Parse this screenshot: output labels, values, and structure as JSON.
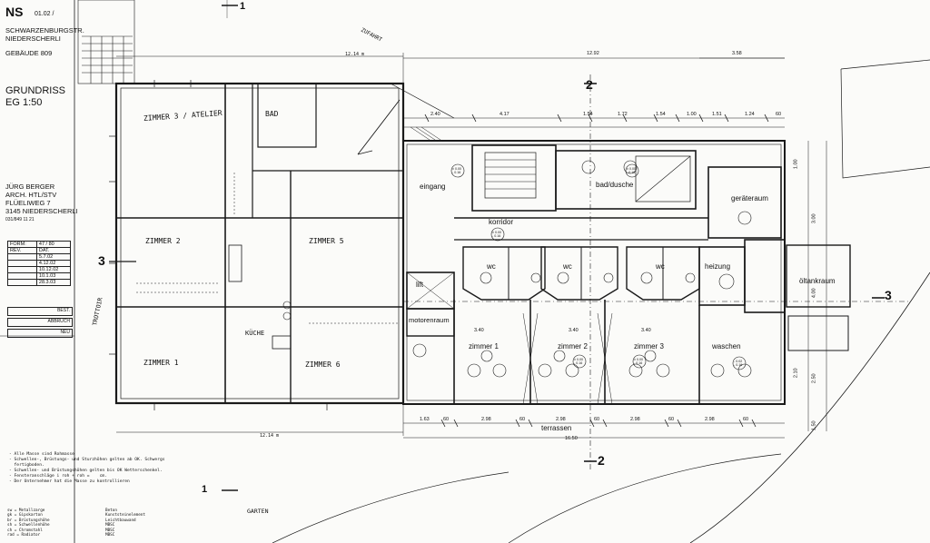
{
  "title_block": {
    "code": "NS",
    "number": "01.02 /",
    "address_line1": "SCHWARZENBURGSTR.",
    "address_line2": "NIEDERSCHERLI",
    "building": "GEBÄUDE   809",
    "plan_title": "GRUNDRISS",
    "plan_subtitle": "EG    1:50",
    "architect1": "JÜRG BERGER",
    "architect2": "ARCH. HTL/STV",
    "architect3": "FLÜELIWEG  7",
    "architect4": "3145 NIEDERSCHERLI",
    "phone": "031/849 11 21"
  },
  "revisions": [
    [
      "FORM:",
      "47 / 80"
    ],
    [
      "REV.",
      "DAT."
    ],
    [
      "",
      "5.7.02"
    ],
    [
      "",
      "4.12.02"
    ],
    [
      "",
      "10.12.02"
    ],
    [
      "",
      "10.1.03"
    ],
    [
      "",
      "28.3.03"
    ]
  ],
  "status_boxes": [
    "BEST.",
    "ABBRUCH",
    "NEU"
  ],
  "notes": "- Alle Masse sind Rohmasse\n- Schwellen-, Brüstungs- und Sturzhöhen gelten ab OK. Schwergs\n  fertigboden.\n- Schwellen- und Brüstungshöhen gelten bis OK Wetterschenkel.\n- Fensteranschläge i roh + roh =    cm.\n- Der Unternehmer hat die Masse zu kontrollieren",
  "legend_left": [
    "sw = Metallzarge",
    "gk = Gipskarton",
    "br = Brüstungshöhe",
    "sh = Schwellenhöhe",
    "ch = Chromstahl",
    "rad = Radiator"
  ],
  "legend_right": [
    "Beton",
    "Kunststeinelement",
    "Leichtbauwand",
    "MBSC",
    "MBSC",
    "MBSC"
  ],
  "rooms": {
    "eingang": "eingang",
    "korridor": "korridor",
    "bad": "bad/dusche",
    "geraeteraum": "geräteraum",
    "wc1": "wc",
    "wc2": "wc",
    "wc3": "wc",
    "heizung": "heizung",
    "oeltankraum": "öltankraum",
    "lift": "lift",
    "motorenraum": "motorenraum",
    "zimmer1": "zimmer 1",
    "zimmer2": "zimmer 2",
    "zimmer3": "zimmer 3",
    "waschen": "waschen",
    "terrassen": "terrassen"
  },
  "old_rooms": {
    "atelier": "ZIMMER  3 / ATELIER",
    "bad": "BAD",
    "zimmer2": "ZIMMER  2",
    "zimmer5": "ZIMMER  5",
    "zimmer1": "ZIMMER  1",
    "zimmer6": "ZIMMER  6",
    "kueche": "KÜCHE",
    "trottoir": "TROTTOIR",
    "garten": "GARTEN",
    "zufahrt": "ZUFAHRT"
  },
  "dimensions": {
    "top_total": "12.92",
    "top_right": "3.58",
    "bottom_total": "16.50",
    "d240": "2.40",
    "d417": "4.17",
    "d154": "1.54",
    "d172": "1.72",
    "d154b": "1.54",
    "d100": "1.00",
    "d151": "1.51",
    "d124": "1.24",
    "d60": "60",
    "b163": "1.63",
    "b60a": "60",
    "b298a": "2.98",
    "b60b": "60",
    "b298b": "2.98",
    "b60c": "60",
    "b298c": "2.98",
    "b60d": "60",
    "b298d": "2.98",
    "b60e": "60",
    "z340a": "3.40",
    "z340b": "3.40",
    "z340c": "3.40",
    "r300": "3.00",
    "r400": "4.00",
    "r250": "2.50",
    "r150": "1.50",
    "r210": "2.10",
    "r100": "1.00",
    "old_total": "12.14 m",
    "old_top": "12.14 m"
  },
  "section_marks": {
    "s2_top": "2",
    "s2_bottom": "2",
    "s3_left": "3",
    "s3_right": "3",
    "s1_top": "1",
    "s1_bottom": "1"
  },
  "levels": [
    "± 0.00\n- 0.16",
    "± 0.00\n- 0.16",
    "± 0.00\n- 0.16",
    "± 0.00\n- 0.16",
    "± 0.00\n- 0.16",
    "- 0.02\n- 0.16"
  ]
}
